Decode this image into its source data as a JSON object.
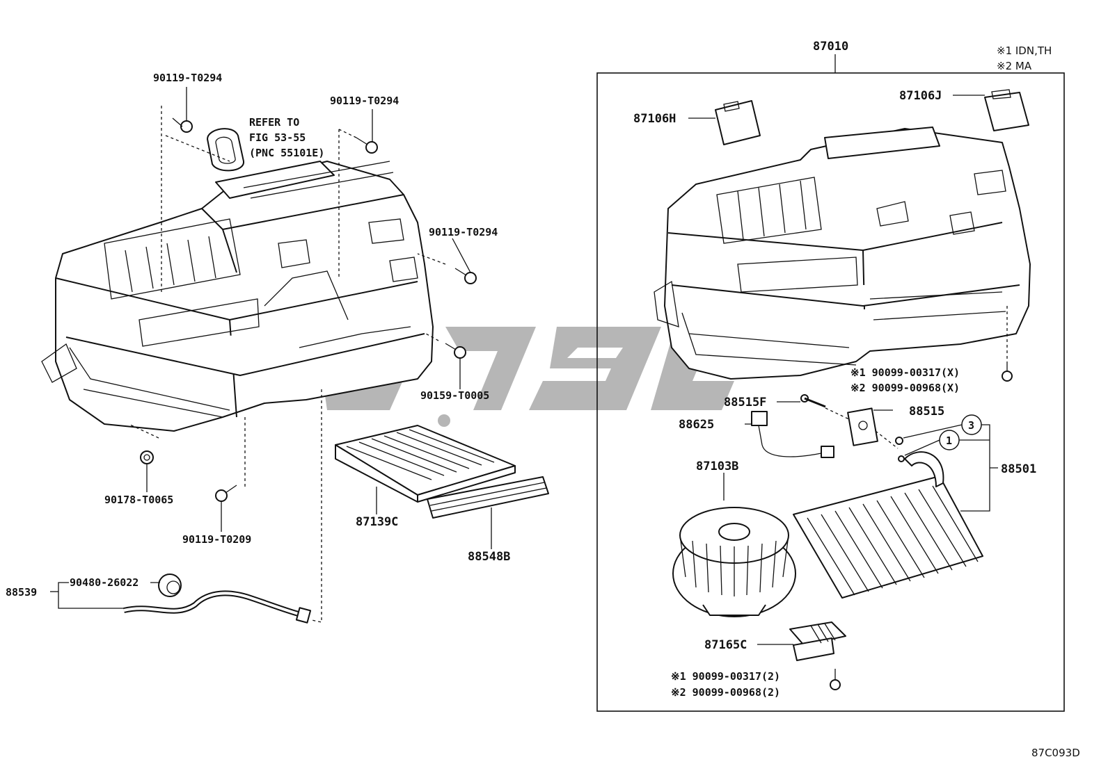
{
  "labels": {
    "assy": "87010",
    "n90119_a": "90119-T0294",
    "n90119_b": "90119-T0294",
    "n90119_c": "90119-T0294",
    "n90159": "90159-T0005",
    "n90178": "90178-T0065",
    "n90119_d": "90119-T0209",
    "n87139c": "87139C",
    "n88548b": "88548B",
    "n88539": "88539",
    "n90480": "90480-26022",
    "n87106h": "87106H",
    "n87106j": "87106J",
    "n88515f": "88515F",
    "n88515": "88515",
    "n88625": "88625",
    "n87103b": "87103B",
    "n88501": "88501",
    "n87165c": "87165C",
    "callout_1": "1",
    "callout_3": "3"
  },
  "refer_note": {
    "line1": "REFER TO",
    "line2": "FIG 53-55",
    "line3": "(PNC 55101E)"
  },
  "legend": {
    "line1": "※1 IDN,TH",
    "line2": "※2 MA"
  },
  "screw_notes": {
    "top1": "※1 90099-00317(X)",
    "top2": "※2 90099-00968(X)",
    "bottom1": "※1 90099-00317(2)",
    "bottom2": "※2 90099-00968(2)"
  },
  "figure_code": "87C093D",
  "icons": {
    "watermark": "watermark-logo-icon"
  }
}
